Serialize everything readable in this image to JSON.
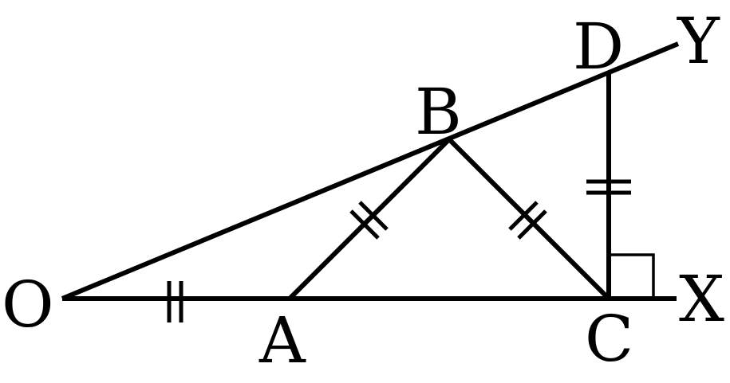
{
  "figure": {
    "description_type": "geometry-figure",
    "labels": {
      "O": "O",
      "A": "A",
      "B": "B",
      "C": "C",
      "D": "D",
      "X": "X",
      "Y": "Y"
    },
    "equal_marks": [
      "OA",
      "AB",
      "BC",
      "CD"
    ],
    "right_angle_at": "C"
  }
}
